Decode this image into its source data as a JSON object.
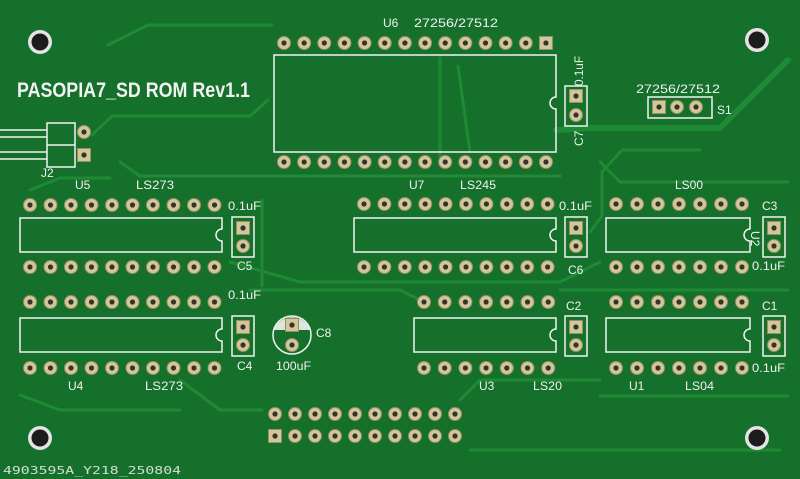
{
  "board": {
    "title": "PASOPIA7_SD ROM Rev1.1",
    "serial": "4903595A_Y218_250804",
    "colors": {
      "board": "#14702a",
      "trace": "#1f8a36",
      "silkscreen": "#f2f2f2",
      "pad": "#d2c69c",
      "hole": "#34342a"
    }
  },
  "components": {
    "u6": {
      "ref": "U6",
      "part": "27256/27512"
    },
    "c7": {
      "ref": "C7",
      "value": "0.1uF"
    },
    "s1": {
      "ref": "S1",
      "label": "27256/27512"
    },
    "j2": {
      "ref": "J2"
    },
    "u5": {
      "ref": "U5",
      "part": "LS273"
    },
    "u7": {
      "ref": "U7",
      "part": "LS245"
    },
    "u2": {
      "ref": "U2",
      "part": "LS00"
    },
    "c5": {
      "ref": "C5",
      "value": "0.1uF"
    },
    "c6": {
      "ref": "C6",
      "value": "0.1uF"
    },
    "c3": {
      "ref": "C3",
      "value": "0.1uF"
    },
    "c4": {
      "ref": "C4",
      "value": "0.1uF"
    },
    "c8": {
      "ref": "C8",
      "value": "100uF"
    },
    "c2": {
      "ref": "C2"
    },
    "c1": {
      "ref": "C1",
      "value": "0.1uF"
    },
    "u4": {
      "ref": "U4",
      "part": "LS273"
    },
    "u3": {
      "ref": "U3",
      "part": "LS20"
    },
    "u1": {
      "ref": "U1",
      "part": "LS04"
    }
  }
}
